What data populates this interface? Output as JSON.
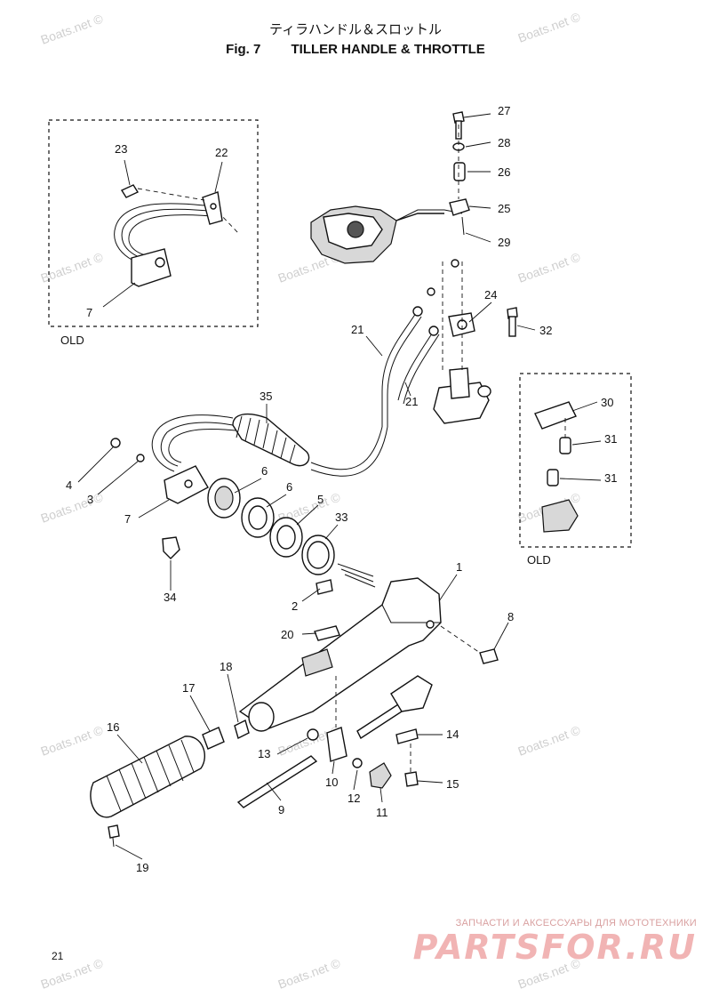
{
  "header": {
    "title_jp": "ティラハンドル＆スロットル",
    "fig_number": "Fig. 7",
    "title_en": "TILLER HANDLE & THROTTLE"
  },
  "diagram": {
    "callouts": [
      {
        "id": "c1",
        "text": "1"
      },
      {
        "id": "c2",
        "text": "2"
      },
      {
        "id": "c3",
        "text": "3"
      },
      {
        "id": "c4",
        "text": "4"
      },
      {
        "id": "c5",
        "text": "5"
      },
      {
        "id": "c6a",
        "text": "6"
      },
      {
        "id": "c6b",
        "text": "6"
      },
      {
        "id": "c7a",
        "text": "7"
      },
      {
        "id": "c7b",
        "text": "7"
      },
      {
        "id": "c8",
        "text": "8"
      },
      {
        "id": "c9",
        "text": "9"
      },
      {
        "id": "c10",
        "text": "10"
      },
      {
        "id": "c11",
        "text": "11"
      },
      {
        "id": "c12",
        "text": "12"
      },
      {
        "id": "c13",
        "text": "13"
      },
      {
        "id": "c14",
        "text": "14"
      },
      {
        "id": "c15",
        "text": "15"
      },
      {
        "id": "c16",
        "text": "16"
      },
      {
        "id": "c17",
        "text": "17"
      },
      {
        "id": "c18",
        "text": "18"
      },
      {
        "id": "c19",
        "text": "19"
      },
      {
        "id": "c20",
        "text": "20"
      },
      {
        "id": "c21a",
        "text": "21"
      },
      {
        "id": "c21b",
        "text": "21"
      },
      {
        "id": "c22",
        "text": "22"
      },
      {
        "id": "c23",
        "text": "23"
      },
      {
        "id": "c24",
        "text": "24"
      },
      {
        "id": "c25",
        "text": "25"
      },
      {
        "id": "c26",
        "text": "26"
      },
      {
        "id": "c27",
        "text": "27"
      },
      {
        "id": "c28",
        "text": "28"
      },
      {
        "id": "c29",
        "text": "29"
      },
      {
        "id": "c30",
        "text": "30"
      },
      {
        "id": "c31a",
        "text": "31"
      },
      {
        "id": "c31b",
        "text": "31"
      },
      {
        "id": "c32",
        "text": "32"
      },
      {
        "id": "c33",
        "text": "33"
      },
      {
        "id": "c34",
        "text": "34"
      },
      {
        "id": "c35",
        "text": "35"
      }
    ],
    "old_box_labels": [
      "OLD",
      "OLD"
    ],
    "watermark_text": "Boats.net ©"
  },
  "footer": {
    "page_number": "21",
    "brand_tagline": "ЗАПЧАСТИ И АКСЕССУАРЫ ДЛЯ МОТОТЕХНИКИ",
    "brand_name": "PARTSFOR.RU"
  },
  "colors": {
    "line": "#111111",
    "watermark": "#cfcfcf",
    "brand": "#f1b4b4"
  }
}
